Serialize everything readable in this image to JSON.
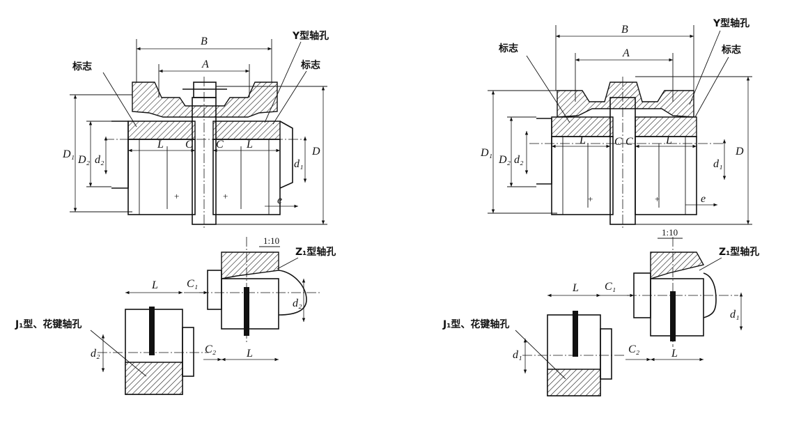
{
  "labels": {
    "marker": "标志",
    "y_bore": "Y型轴孔",
    "z1_bore": "Z₁型轴孔",
    "j1_bore": "J₁型、花键轴孔",
    "taper": "1:10"
  },
  "dims": {
    "B": "B",
    "A": "A",
    "L": "L",
    "C": "C",
    "C1": "C₁",
    "C2": "C₂",
    "D": "D",
    "D1": "D₁",
    "D2": "D₂",
    "d1": "d₁",
    "d2": "d₂",
    "e": "e",
    "plus": "+"
  }
}
